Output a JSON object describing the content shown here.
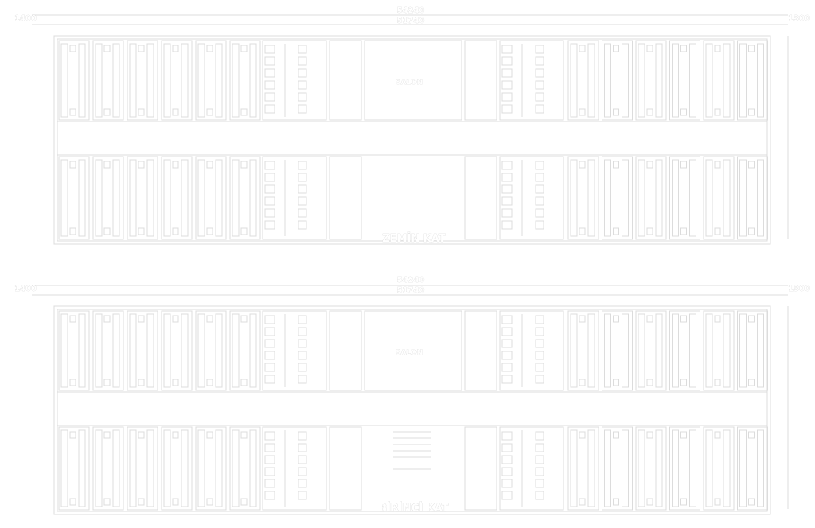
{
  "colors": {
    "background": "#ffffff",
    "line": "#dcdcdc",
    "text_outline": "#d0d0d0"
  },
  "dimensions": {
    "overall": "54240",
    "inner": "51740",
    "left": "1400",
    "right": "1300"
  },
  "floors": [
    {
      "title": "ZEMİN KAT",
      "hall_label": "SALON"
    },
    {
      "title": "BİRİNCİ KAT",
      "hall_label": "SALON"
    }
  ]
}
